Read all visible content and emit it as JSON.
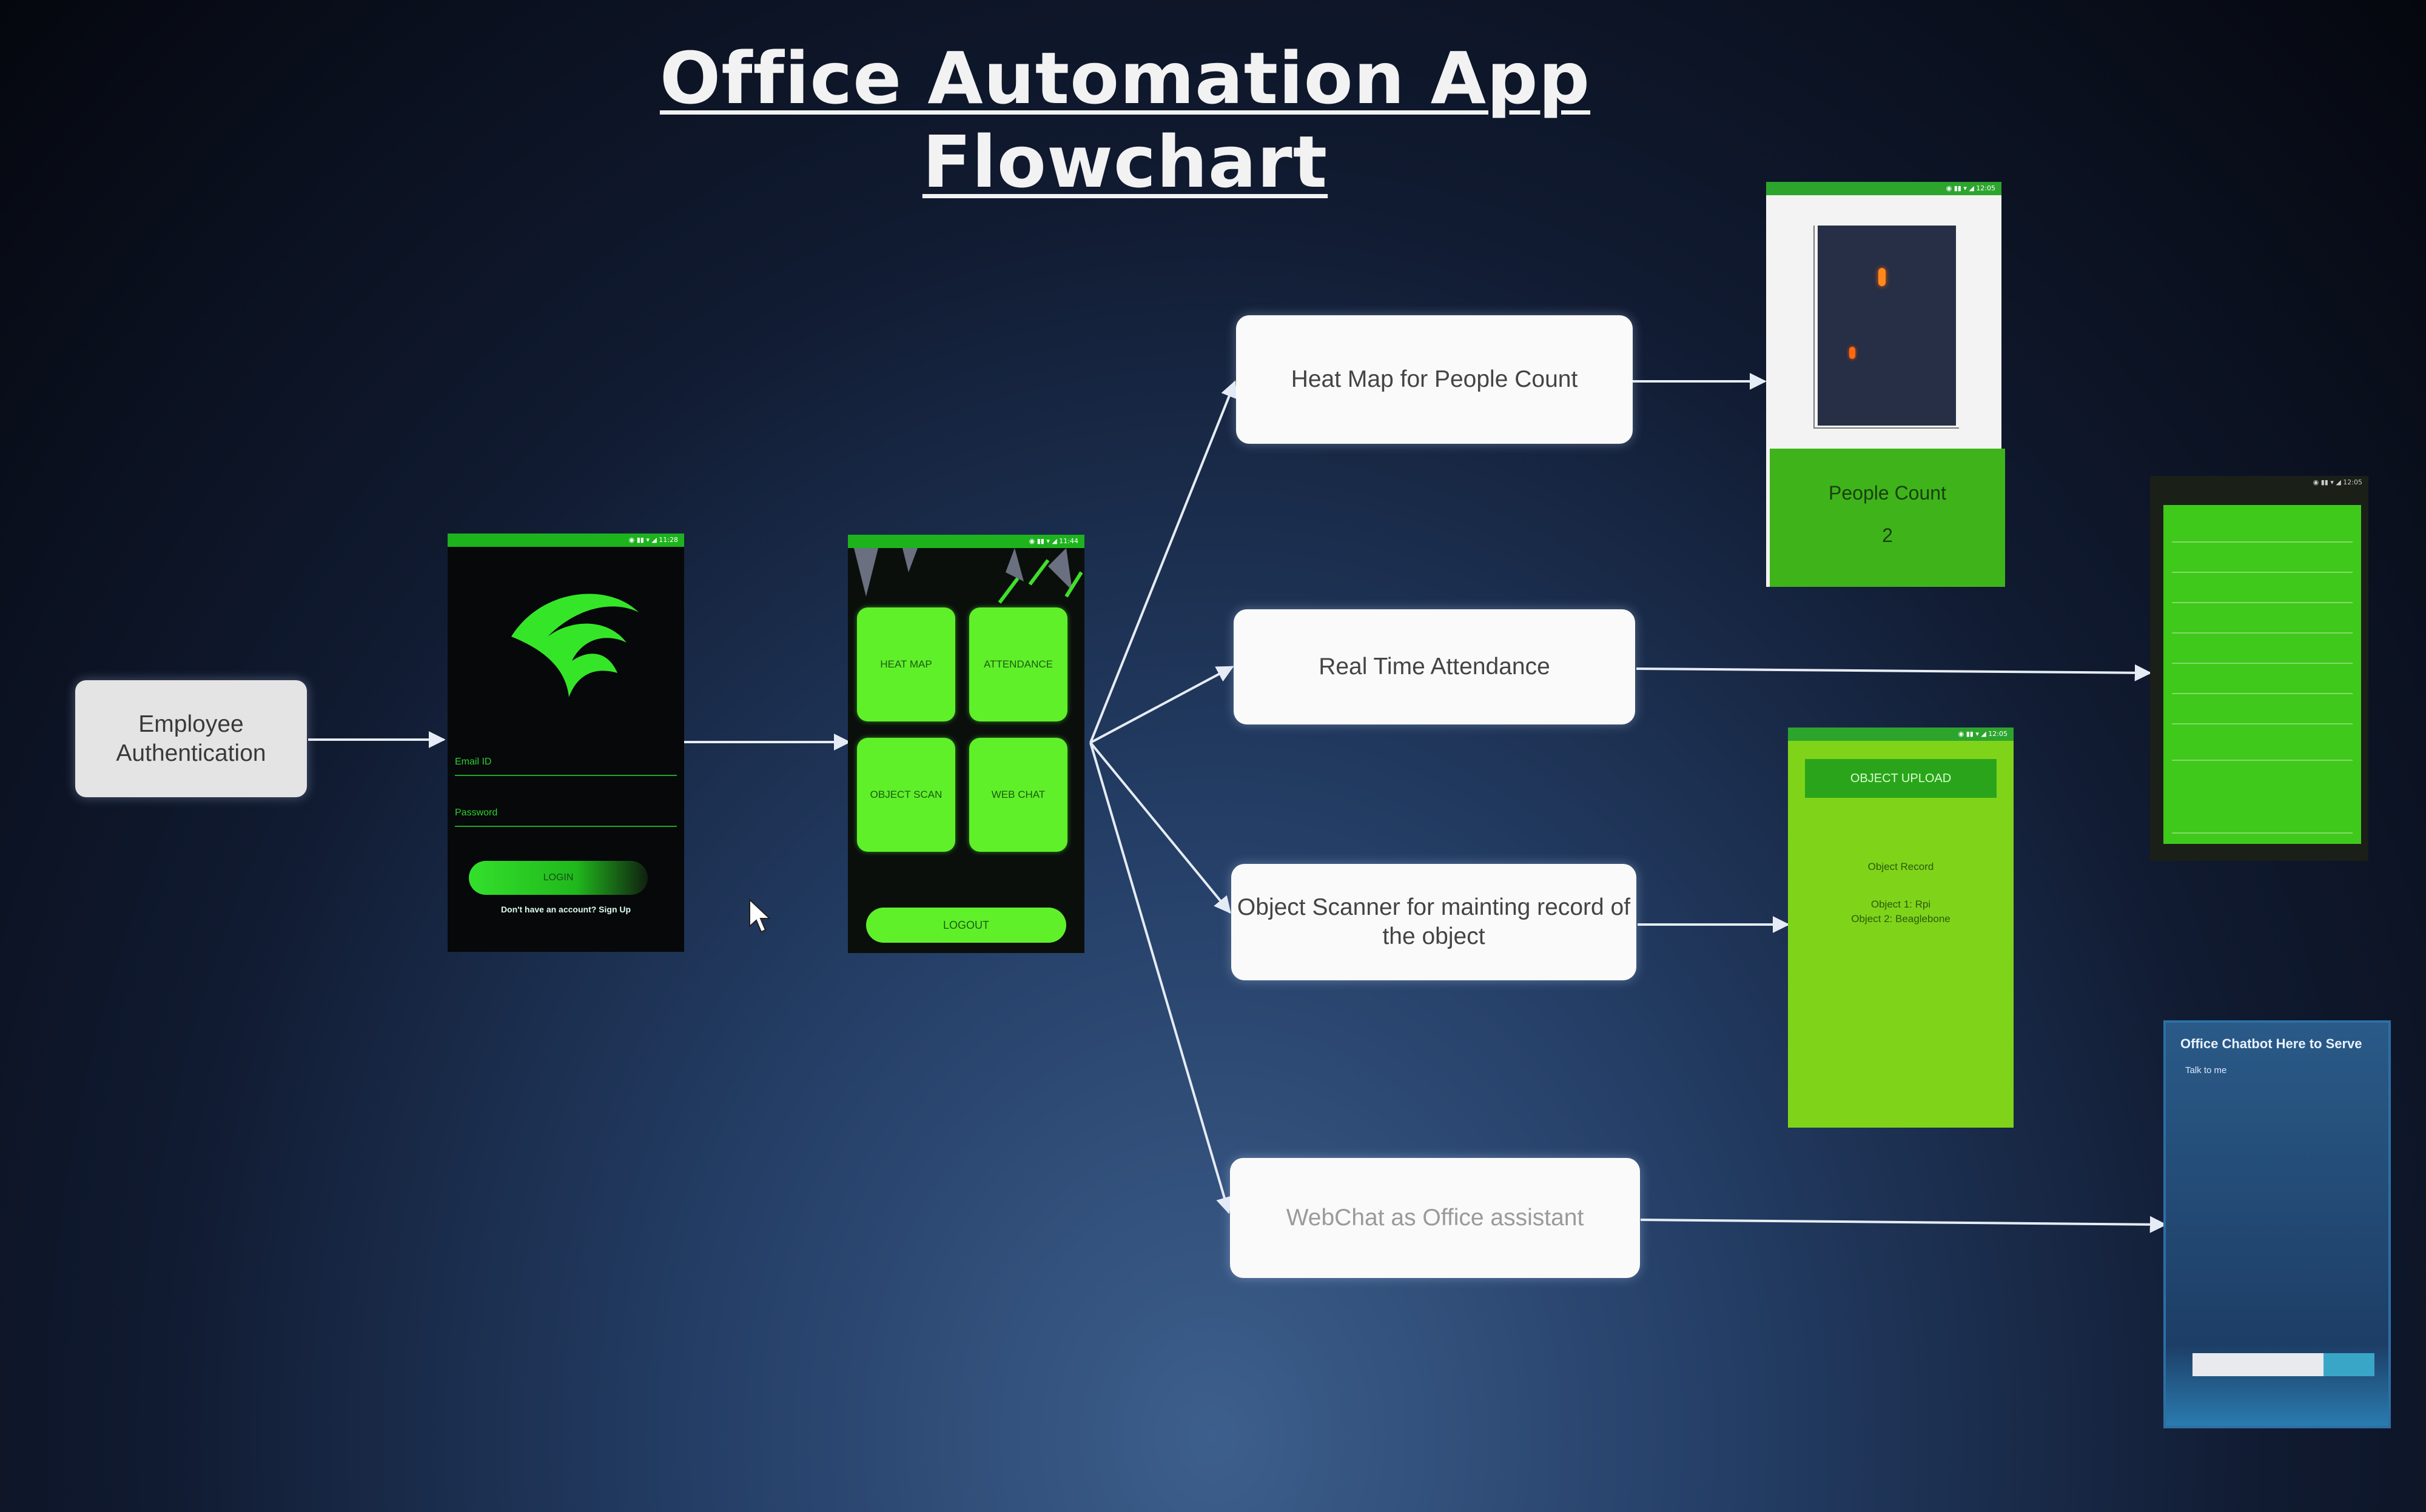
{
  "title": "Office Automation App Flowchart",
  "nodes": {
    "auth": "Employee Authentication",
    "heatmap": "Heat Map for People Count",
    "attendance": "Real Time Attendance",
    "object_scanner": "Object Scanner for mainting record of the object",
    "webchat": "WebChat as Office assistant"
  },
  "login_screen": {
    "email_label": "Email ID",
    "password_label": "Password",
    "login_button": "LOGIN",
    "signup_text": "Don't have an account? Sign Up"
  },
  "menu_screen": {
    "tiles": [
      "HEAT MAP",
      "ATTENDANCE",
      "OBJECT SCAN",
      "WEB CHAT"
    ],
    "logout_button": "LOGOUT"
  },
  "heatmap_screen": {
    "people_count_label": "People Count",
    "people_count_value": "2"
  },
  "object_screen": {
    "upload_button": "OBJECT UPLOAD",
    "record_title": "Object Record",
    "objects": [
      "Object 1: Rpi",
      "Object 2: Beaglebone"
    ]
  },
  "chat_screen": {
    "title": "Office Chatbot Here to Serve",
    "subtitle": "Talk to me"
  },
  "colors": {
    "accent_green": "#5ff02a",
    "box_fill": "#fafafa",
    "connector": "#e6ecf5"
  }
}
